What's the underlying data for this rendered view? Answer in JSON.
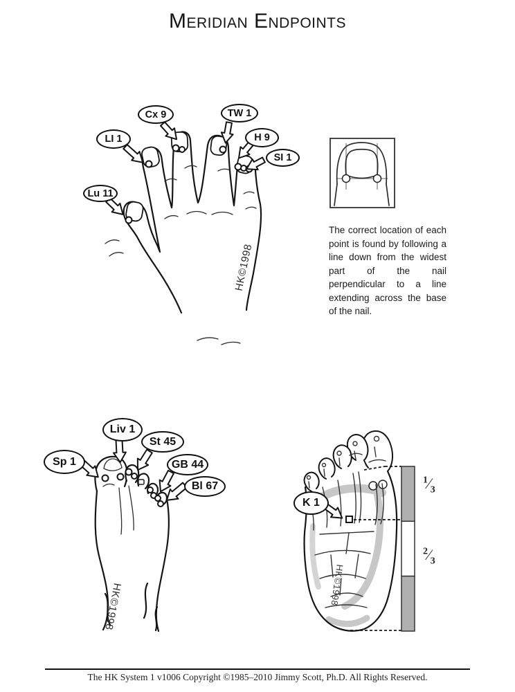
{
  "title": "Meridian Endpoints",
  "hand": {
    "labels": {
      "lu11": "Lu 11",
      "li1": "LI 1",
      "cx9": "Cx 9",
      "tw1": "TW 1",
      "h9": "H 9",
      "si1": "SI 1"
    }
  },
  "foot_top": {
    "labels": {
      "sp1": "Sp 1",
      "liv1": "Liv 1",
      "st45": "St 45",
      "gb44": "GB 44",
      "bl67": "Bl 67"
    }
  },
  "foot_sole": {
    "labels": {
      "k1": "K 1"
    },
    "fractions": {
      "upper": {
        "num": "1",
        "slash": "⁄",
        "den": "3"
      },
      "lower": {
        "num": "2",
        "slash": "⁄",
        "den": "3"
      }
    }
  },
  "inset": {
    "caption": "The correct location of each point is found by following a line down from the widest part of the nail perpendicular to a line extending across the base of the nail."
  },
  "watermark": "HK©1998",
  "footer": {
    "text": "The HK System 1 v1006 Copyright ©1985–2010 Jimmy Scott, Ph.D. All Rights Reserved."
  }
}
